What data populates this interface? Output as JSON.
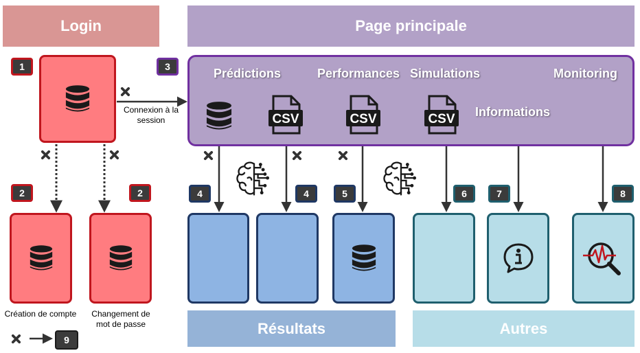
{
  "login_band": {
    "title": "Login"
  },
  "main_band": {
    "title": "Page principale"
  },
  "results_band": {
    "title": "Résultats"
  },
  "others_band": {
    "title": "Autres"
  },
  "main_panel": {
    "tabs": [
      "Prédictions",
      "Performances",
      "Simulations",
      "Monitoring",
      "Informations"
    ],
    "csv_text": "CSV"
  },
  "badges": {
    "login": "1",
    "create_account": "2",
    "change_password": "2",
    "main": "3",
    "result1": "4",
    "result2": "4",
    "result3": "5",
    "other1": "6",
    "other2": "7",
    "other3": "8",
    "legend": "9"
  },
  "labels": {
    "connexion": "Connexion à la session",
    "create_account": "Création de compte",
    "change_password": "Changement de mot de passe"
  },
  "colors": {
    "login_band": "#d99694",
    "main_band": "#b2a1c7",
    "results_band": "#95b3d7",
    "others_band": "#b7dde8",
    "red_fill": "#ff7c80",
    "red_border": "#c0161e",
    "purple_fill": "#b2a1c7",
    "purple_border": "#7030a0",
    "blue_fill": "#8eb4e3",
    "navy_border": "#1f3864",
    "teal_fill": "#b7dde8",
    "teal_border": "#1f5f6e",
    "badge": "#3b3b3b"
  },
  "icons": [
    "database-icon",
    "csv-file-icon",
    "brain-ai-icon",
    "info-chat-icon",
    "monitoring-search-icon",
    "cross-icon",
    "arrow-icon"
  ]
}
